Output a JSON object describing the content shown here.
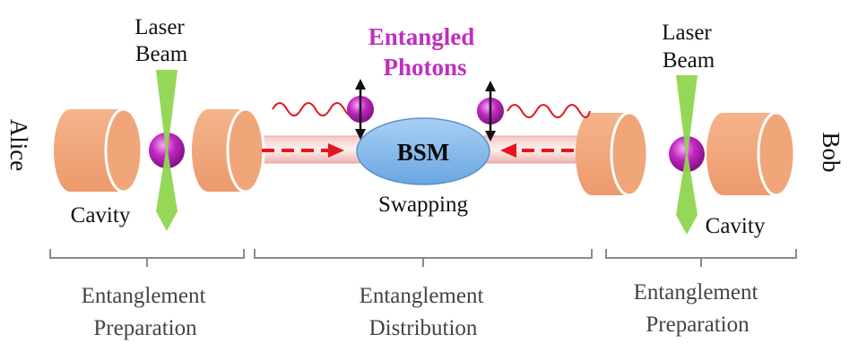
{
  "labels": {
    "alice": "Alice",
    "bob": "Bob",
    "laser_left_1": "Laser",
    "laser_left_2": "Beam",
    "laser_right_1": "Laser",
    "laser_right_2": "Beam",
    "photons_1": "Entangled",
    "photons_2": "Photons",
    "bsm": "BSM",
    "swapping": "Swapping",
    "cavity_left": "Cavity",
    "cavity_right": "Cavity",
    "prep_left_1": "Entanglement",
    "prep_left_2": "Preparation",
    "dist_1": "Entanglement",
    "dist_2": "Distribution",
    "prep_right_1": "Entanglement",
    "prep_right_2": "Preparation"
  },
  "colors": {
    "mirror": "#f2a77c",
    "laser": "#8fd64f",
    "atom": "#b21fb2",
    "bsm_fill": "#7fb6ea",
    "photon_text": "#c02ec0",
    "arrow": "#e8141c",
    "wave": "#e3151b",
    "bracket": "#8a8a8a"
  }
}
